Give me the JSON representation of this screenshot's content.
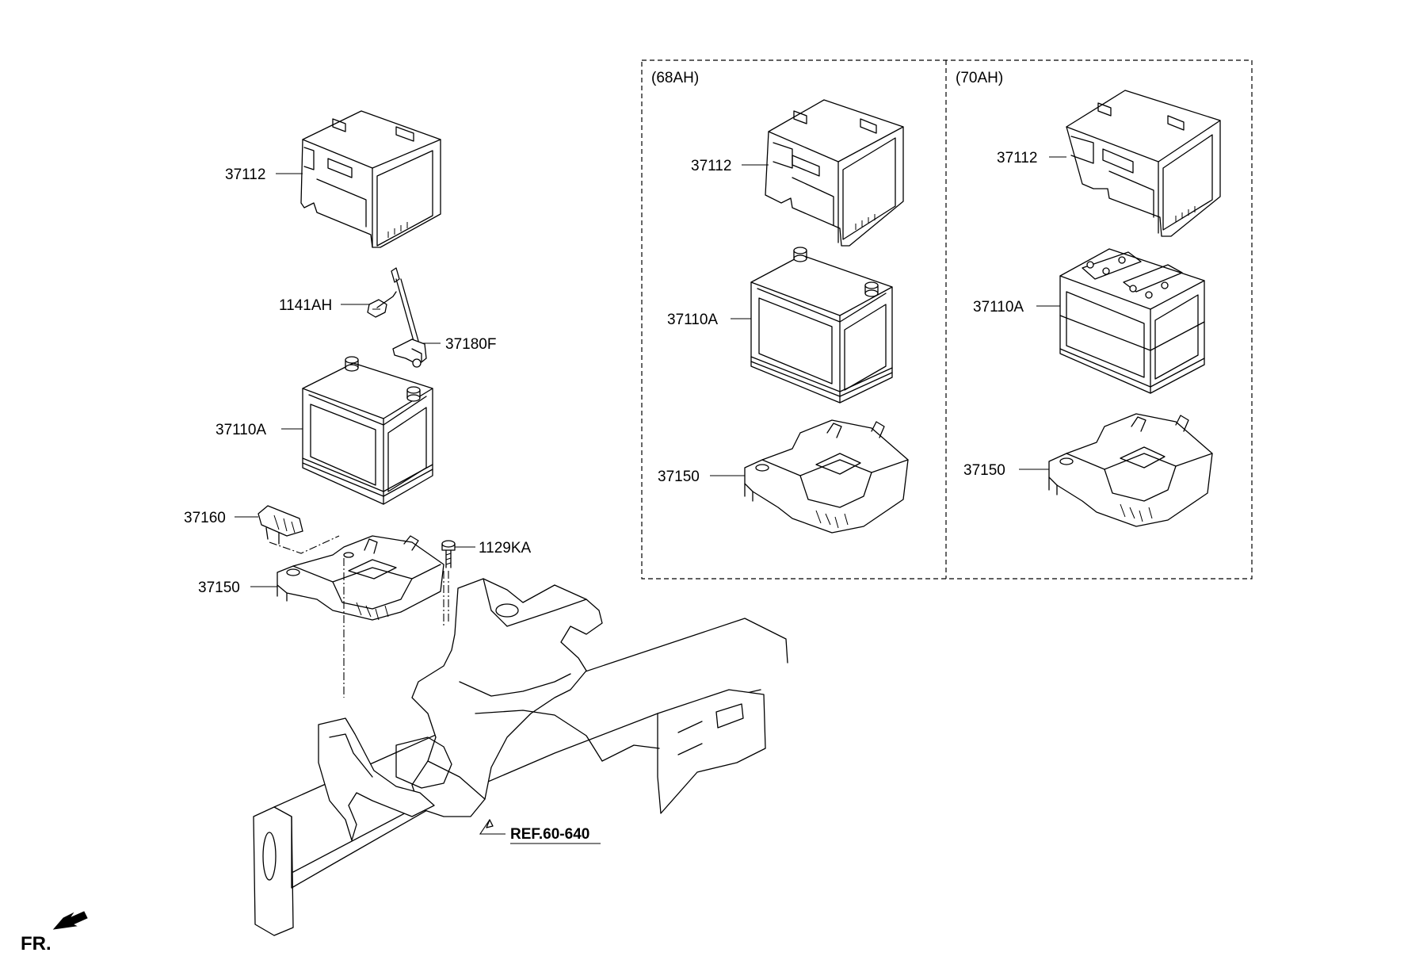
{
  "diagram": {
    "main": {
      "labels": {
        "cover": "37112",
        "bolt": "1141AH",
        "clamp": "37180F",
        "battery": "37110A",
        "insulator": "37160",
        "bolt2": "1129KA",
        "tray": "37150"
      }
    },
    "variant_68ah": {
      "header": "(68AH)",
      "labels": {
        "cover": "37112",
        "battery": "37110A",
        "tray": "37150"
      }
    },
    "variant_70ah": {
      "header": "(70AH)",
      "labels": {
        "cover": "37112",
        "battery": "37110A",
        "tray": "37150"
      }
    },
    "reference": "REF.60-640",
    "front_indicator": "FR."
  }
}
